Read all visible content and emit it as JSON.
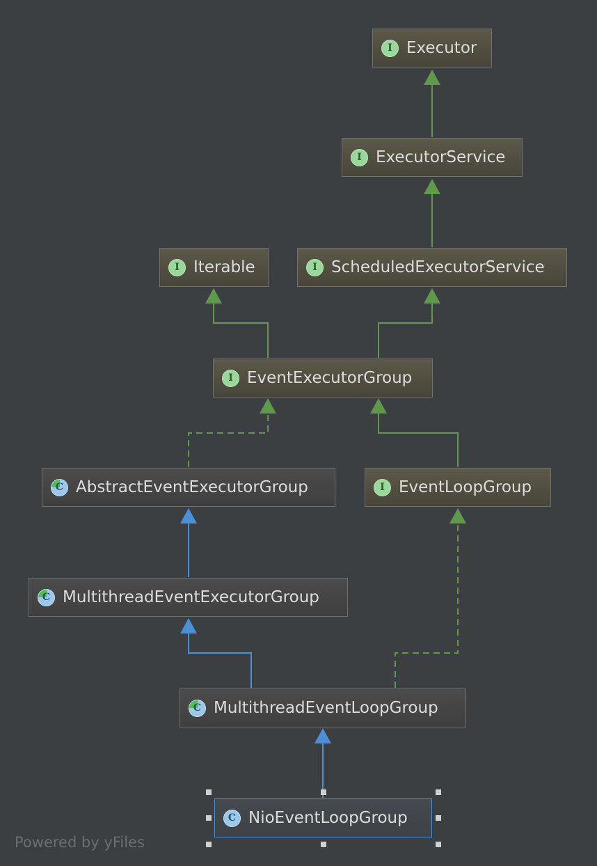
{
  "nodes": {
    "executor": {
      "label": "Executor",
      "kind": "interface",
      "icon_letter": "I"
    },
    "executor_service": {
      "label": "ExecutorService",
      "kind": "interface",
      "icon_letter": "I"
    },
    "iterable": {
      "label": "Iterable",
      "kind": "interface",
      "icon_letter": "I"
    },
    "scheduled_executor_service": {
      "label": "ScheduledExecutorService",
      "kind": "interface",
      "icon_letter": "I"
    },
    "event_executor_group": {
      "label": "EventExecutorGroup",
      "kind": "interface",
      "icon_letter": "I"
    },
    "abstract_event_executor_group": {
      "label": "AbstractEventExecutorGroup",
      "kind": "abstract-class",
      "icon_letter": "C"
    },
    "event_loop_group": {
      "label": "EventLoopGroup",
      "kind": "interface",
      "icon_letter": "I"
    },
    "multithread_event_executor_group": {
      "label": "MultithreadEventExecutorGroup",
      "kind": "abstract-class",
      "icon_letter": "C"
    },
    "multithread_event_loop_group": {
      "label": "MultithreadEventLoopGroup",
      "kind": "abstract-class",
      "icon_letter": "C"
    },
    "nio_event_loop_group": {
      "label": "NioEventLoopGroup",
      "kind": "class",
      "icon_letter": "C",
      "selected": true
    }
  },
  "edges": [
    {
      "from": "executor_service",
      "to": "executor",
      "type": "extends-interface"
    },
    {
      "from": "scheduled_executor_service",
      "to": "executor_service",
      "type": "extends-interface"
    },
    {
      "from": "event_executor_group",
      "to": "iterable",
      "type": "extends-interface"
    },
    {
      "from": "event_executor_group",
      "to": "scheduled_executor_service",
      "type": "extends-interface"
    },
    {
      "from": "abstract_event_executor_group",
      "to": "event_executor_group",
      "type": "implements"
    },
    {
      "from": "event_loop_group",
      "to": "event_executor_group",
      "type": "extends-interface"
    },
    {
      "from": "multithread_event_executor_group",
      "to": "abstract_event_executor_group",
      "type": "extends-class"
    },
    {
      "from": "multithread_event_loop_group",
      "to": "multithread_event_executor_group",
      "type": "extends-class"
    },
    {
      "from": "multithread_event_loop_group",
      "to": "event_loop_group",
      "type": "implements"
    },
    {
      "from": "nio_event_loop_group",
      "to": "multithread_event_loop_group",
      "type": "extends-class"
    }
  ],
  "colors": {
    "background": "#3c3f41",
    "interface_edge": "#5f9a4b",
    "class_edge": "#4a90d9",
    "selection": "#4a90d9"
  },
  "footer": {
    "text": "Powered by yFiles"
  }
}
